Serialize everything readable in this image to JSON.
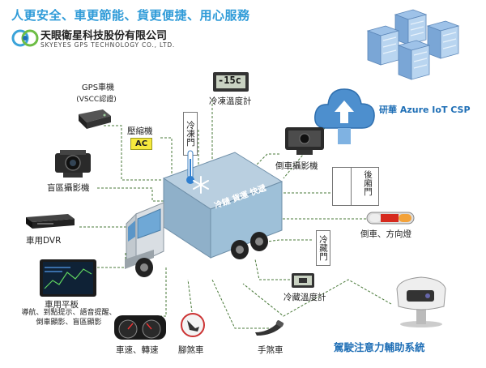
{
  "header": {
    "slogan": "人更安全、車更節能、貨更便捷、用心服務",
    "company_zh": "天眼衛星科技股份有限公司",
    "company_en": "SKYEYES GPS TECHNOLOGY CO., LTD."
  },
  "devices": {
    "gps_unit": "GPS車機",
    "gps_sub": "(VSCC認證)",
    "blind_camera": "盲區攝影機",
    "dvr": "車用DVR",
    "tablet": "車用平板",
    "tablet_desc_1": "導航、到點提示、語音提醒、",
    "tablet_desc_2": "倒車顯影、盲區顯影",
    "speed": "車速、轉速",
    "foot_brake": "腳煞車",
    "hand_brake": "手煞車",
    "compressor": "壓縮機",
    "ac_badge": "AC",
    "freezer_door": "冷凍門",
    "freezer_temp": "冷凍溫度計",
    "freezer_reading": "-15c",
    "reverse_camera": "倒車攝影機",
    "rear_door": "後廂門",
    "reverse_lights": "倒車、方向燈",
    "chiller_door": "冷藏門",
    "chiller_temp": "冷藏溫度計",
    "cloud_label": "研華 Azure IoT CSP",
    "driver_assist": "駕駛注意力輔助系統",
    "truck_text": "冷鏈 貨運 快遞"
  },
  "colors": {
    "accent_blue": "#2f9bd8",
    "dark_blue": "#1f6fb6",
    "line_green": "#4a7a3a",
    "truck_body": "#8fb0c9",
    "truck_cab": "#d9dee3",
    "ac_yellow": "#f6e93d"
  },
  "icons": {
    "logo": "skyeyes-logo-icon",
    "servers": "server-rack-icon",
    "cloud": "cloud-upload-icon",
    "snowflake": "snowflake-icon"
  }
}
